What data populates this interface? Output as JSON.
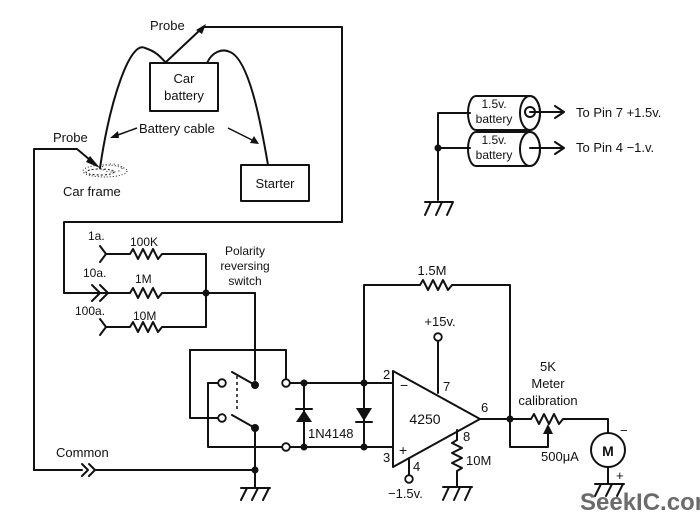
{
  "diagram": {
    "type": "circuit-schematic",
    "labels": {
      "probe_top": "Probe",
      "probe_left": "Probe",
      "car_battery_line1": "Car",
      "car_battery_line2": "battery",
      "battery_cable": "Battery cable",
      "car_frame": "Car frame",
      "starter": "Starter",
      "range_1a": "1a.",
      "range_10a": "10a.",
      "range_100a": "100a.",
      "r_100k": "100K",
      "r_1m": "1M",
      "r_10m_range": "10M",
      "polarity_line1": "Polarity",
      "polarity_line2": "reversing",
      "polarity_line3": "switch",
      "common": "Common",
      "diode": "1N4148",
      "feedback_r": "1.5M",
      "supply_pos": "+15v.",
      "supply_neg": "−1.5v.",
      "opamp": "4250",
      "pin2": "2",
      "pin3": "3",
      "pin4": "4",
      "pin6": "6",
      "pin7": "7",
      "pin8": "8",
      "minus_sign": "−",
      "plus_sign": "+",
      "r_10m_bias": "10M",
      "pot_value": "5K",
      "pot_line1": "Meter",
      "pot_line2": "calibration",
      "meter_range": "500μA",
      "meter": "M",
      "meter_minus": "−",
      "meter_plus": "+",
      "batt1_line1": "1.5v.",
      "batt1_line2": "battery",
      "batt2_line1": "1.5v.",
      "batt2_line2": "battery",
      "to_pin7": "To Pin 7 +1.5v.",
      "to_pin4": "To Pin 4 −1.v.",
      "watermark": "SeekIC.com"
    }
  }
}
